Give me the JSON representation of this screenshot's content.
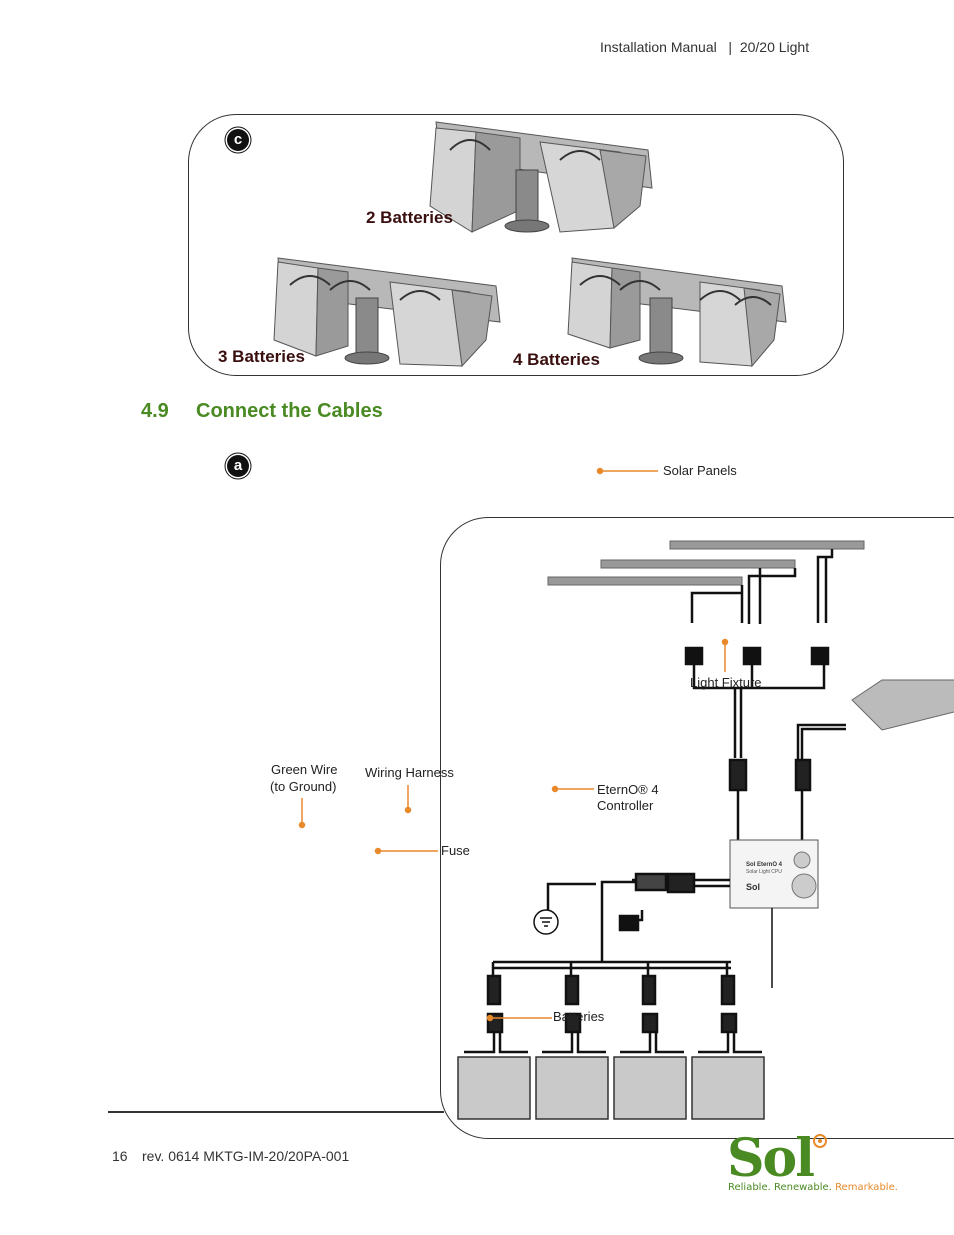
{
  "header": {
    "title": "Installation Manual   |  20/20 Light"
  },
  "figure_c": {
    "badge": "c",
    "labels": {
      "two": "2 Batteries",
      "three": "3 Batteries",
      "four": "4 Batteries"
    }
  },
  "section": {
    "number": "4.9",
    "title": "Connect the Cables"
  },
  "figure_a": {
    "badge": "a",
    "callouts": {
      "solar_panels": "Solar Panels",
      "light_fixture": "Light Fixture",
      "green_wire_1": "Green Wire",
      "green_wire_2": "(to Ground)",
      "wiring_harness": "Wiring Harness",
      "controller_1": "EternO® 4",
      "controller_2": "Controller",
      "fuse": "Fuse",
      "batteries": "Batteries"
    },
    "device": {
      "line1": "Sol EternO 4",
      "line2": "Solar Light CPU",
      "brand": "Sol"
    }
  },
  "footer": {
    "page": "16",
    "rev": "rev. 0614 MKTG-IM-20/20PA-001",
    "logo": "Sol",
    "tagline_1": "Reliable. Renewable. ",
    "tagline_2": "Remarkable."
  },
  "colors": {
    "accent_green": "#4a8a22",
    "callout_orange": "#e8892a",
    "label_maroon": "#3a0f0f"
  }
}
